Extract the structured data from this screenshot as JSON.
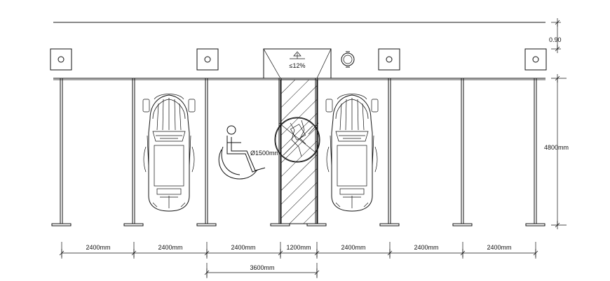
{
  "diagram": {
    "slope_label": "≤12%",
    "turning_circle_label": "Ø1500mm",
    "dims": {
      "top_offset": "0.90",
      "bay_depth": "4800mm",
      "bay_1": "2400mm",
      "bay_2": "2400mm",
      "bay_3": "2400mm",
      "access_aisle": "1200mm",
      "bay_5": "2400mm",
      "bay_6": "2400mm",
      "bay_7": "2400mm",
      "accessible_total": "3600mm"
    },
    "icons": [
      "light-fixture-icon",
      "ramp-arrow-icon",
      "ring-marker-icon",
      "wheelchair-icon",
      "car-top-view-icon"
    ]
  }
}
